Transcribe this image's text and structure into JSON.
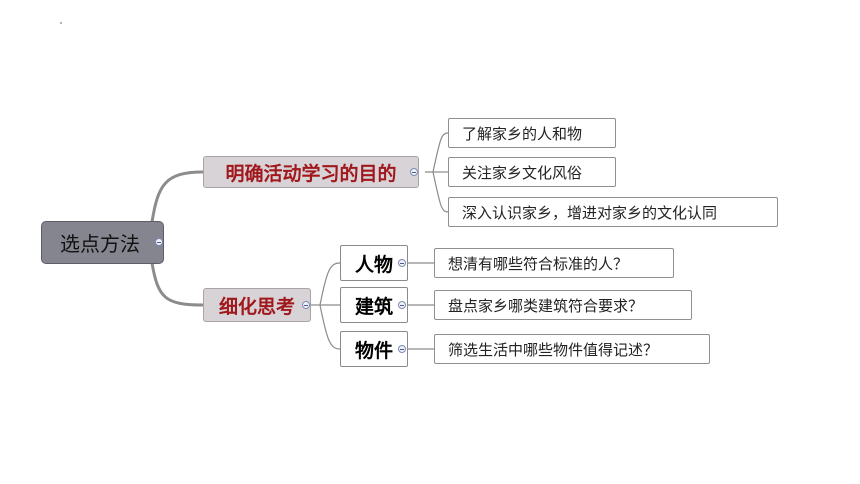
{
  "root": {
    "label": "选点方法"
  },
  "branches": [
    {
      "label": "明确活动学习的目的",
      "children": [
        {
          "label": "了解家乡的人和物"
        },
        {
          "label": "关注家乡文化风俗"
        },
        {
          "label": "深入认识家乡，增进对家乡的文化认同"
        }
      ]
    },
    {
      "label": "细化思考",
      "children": [
        {
          "label": "人物",
          "detail": "想清有哪些符合标准的人？"
        },
        {
          "label": "建筑",
          "detail": "盘点家乡哪类建筑符合要求？"
        },
        {
          "label": "物件",
          "detail": "筛选生活中哪些物件值得记述？"
        }
      ]
    }
  ],
  "colors": {
    "root_fill": "#85858f",
    "branch_fill": "#d8d3d6",
    "branch_text": "#a0181c",
    "connector": "#8c8c8c"
  }
}
